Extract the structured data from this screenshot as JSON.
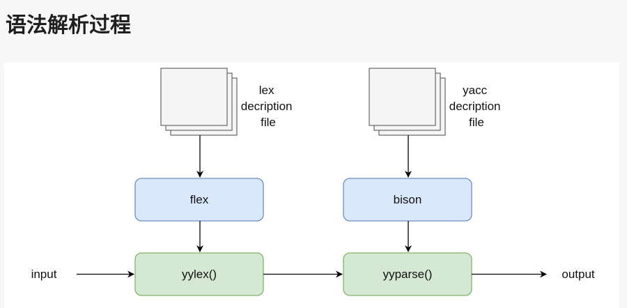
{
  "page": {
    "title": "语法解析过程"
  },
  "diagram": {
    "documents": [
      {
        "id": "lex",
        "lines": [
          "lex",
          "decription",
          "file"
        ]
      },
      {
        "id": "yacc",
        "lines": [
          "yacc",
          "decription",
          "file"
        ]
      }
    ],
    "nodes": [
      {
        "id": "flex",
        "label": "flex"
      },
      {
        "id": "bison",
        "label": "bison"
      },
      {
        "id": "yylex",
        "label": "yylex()"
      },
      {
        "id": "yyparse",
        "label": "yyparse()"
      }
    ],
    "terminals": {
      "input": "input",
      "output": "output"
    },
    "edges": [
      {
        "from": "lex",
        "to": "flex"
      },
      {
        "from": "yacc",
        "to": "bison"
      },
      {
        "from": "flex",
        "to": "yylex"
      },
      {
        "from": "bison",
        "to": "yyparse"
      },
      {
        "from": "input",
        "to": "yylex"
      },
      {
        "from": "yylex",
        "to": "yyparse"
      },
      {
        "from": "yyparse",
        "to": "output"
      }
    ],
    "colors": {
      "tool_fill": "#dae8fc",
      "tool_stroke": "#6c8ebf",
      "function_fill": "#d5e8d4",
      "function_stroke": "#82b366",
      "doc_fill": "#f5f5f5",
      "doc_stroke": "#666666",
      "edge": "#000000"
    }
  }
}
